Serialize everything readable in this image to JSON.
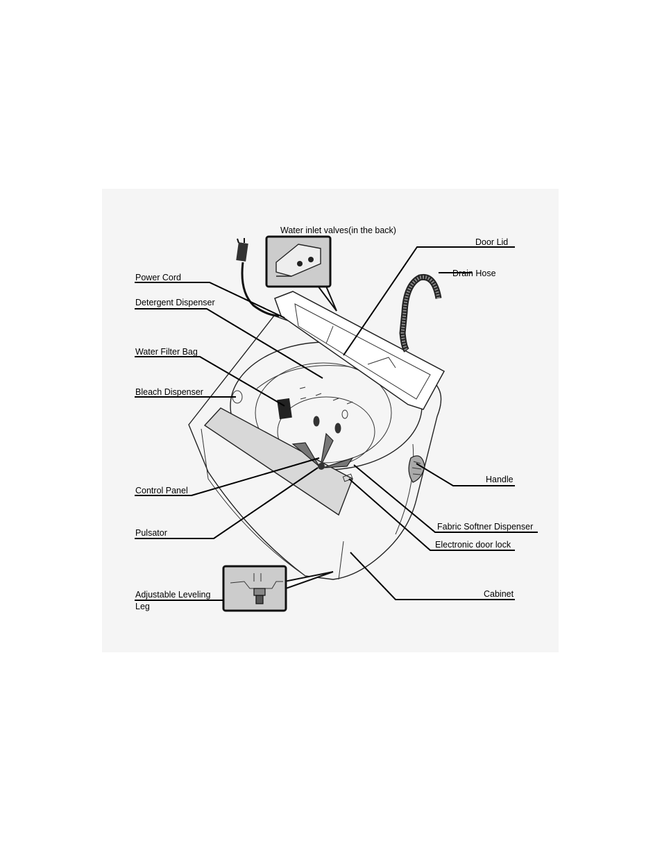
{
  "labels": {
    "water_inlet_valves": "Water inlet valves(in the back)",
    "door_lid": "Door Lid",
    "drain_hose": "Drain Hose",
    "power_cord": "Power Cord",
    "detergent_dispenser": "Detergent Dispenser",
    "water_filter_bag": "Water Filter Bag",
    "bleach_dispenser": "Bleach Dispenser",
    "control_panel": "Control Panel",
    "pulsator": "Pulsator",
    "adjustable_leveling_leg_line1": "Adjustable Leveling",
    "adjustable_leveling_leg_line2": "Leg",
    "handle": "Handle",
    "fabric_softner_dispenser": "Fabric Softner Dispenser",
    "electronic_door_lock": "Electronic door lock",
    "cabinet": "Cabinet"
  },
  "colors": {
    "background_panel": "#f5f5f5",
    "control_panel_fill": "#d8d8d8",
    "inset_fill": "#cccccc",
    "line": "#000000"
  }
}
